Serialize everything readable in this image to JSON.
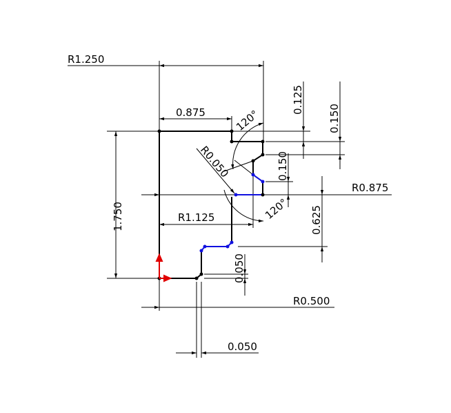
{
  "sketch": {
    "colors": {
      "geometry": "#000000",
      "selected": "#1010e0",
      "origin": "#e00000"
    },
    "dimensions": {
      "r1250": "R1.250",
      "d0875": "0.875",
      "ang_top": "120°",
      "d0125": "0.125",
      "d0150_right": "0.150",
      "r0050": "R0.050",
      "d0150_mid": "0.150",
      "r0875": "R0.875",
      "ang_bottom": "120°",
      "d1750": "1.750",
      "r1125": "R1.125",
      "d0625": "0.625",
      "d0050_vert": "0.050",
      "r0500": "R0.500",
      "d0050_horiz": "0.050"
    }
  }
}
